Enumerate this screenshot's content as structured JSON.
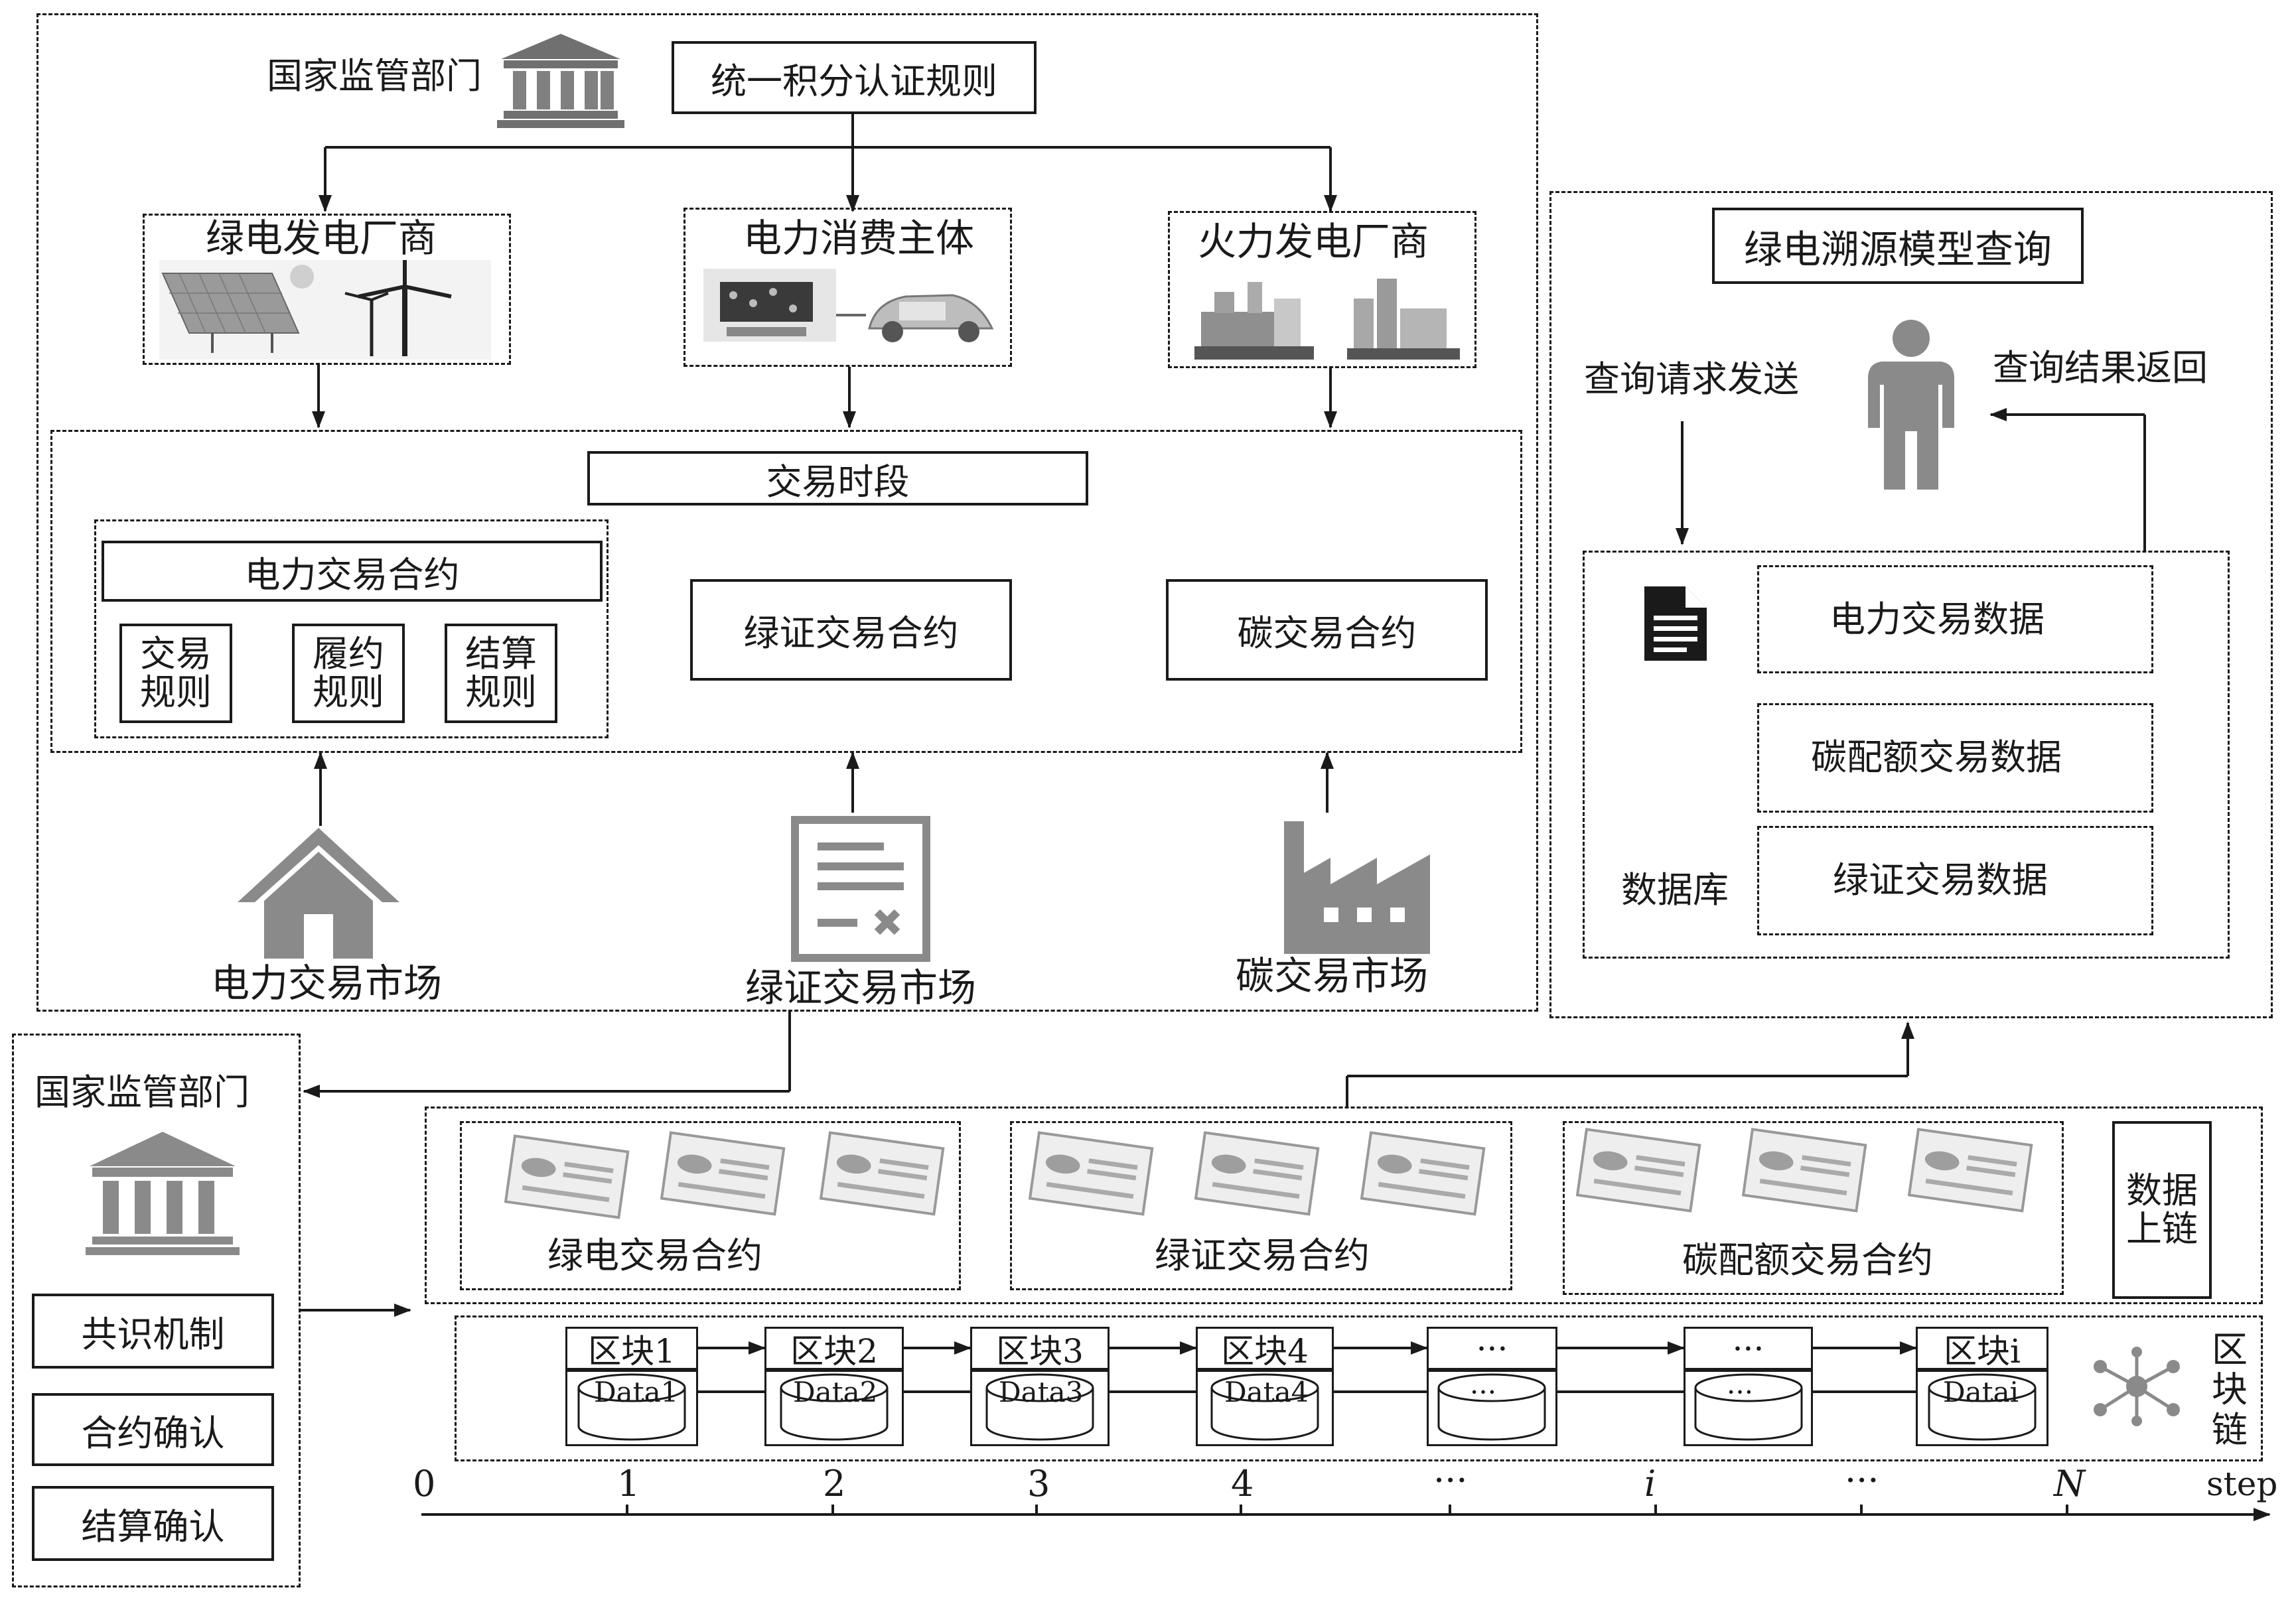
{
  "top_panel": {
    "regulator_label": "国家监管部门",
    "unified_rule": "统一积分认证规则",
    "green_producer": "绿电发电厂商",
    "consumer": "电力消费主体",
    "thermal_producer": "火力发电厂商",
    "trading_period": "交易时段",
    "power_contract": "电力交易合约",
    "trade_rule": "交易规则",
    "perform_rule": "履约规则",
    "settle_rule": "结算规则",
    "green_cert_contract": "绿证交易合约",
    "carbon_contract": "碳交易合约",
    "power_market": "电力交易市场",
    "green_cert_market": "绿证交易市场",
    "carbon_market": "碳交易市场"
  },
  "right_panel": {
    "query_title": "绿电溯源模型查询",
    "query_send": "查询请求发送",
    "query_return": "查询结果返回",
    "power_data": "电力交易数据",
    "carbon_quota_data": "碳配额交易数据",
    "green_cert_data": "绿证交易数据",
    "database": "数据库"
  },
  "left_panel": {
    "regulator_label": "国家监管部门",
    "consensus": "共识机制",
    "contract_confirm": "合约确认",
    "settle_confirm": "结算确认"
  },
  "contracts_row": {
    "green_power_contract": "绿电交易合约",
    "green_cert_contract": "绿证交易合约",
    "carbon_quota_contract": "碳配额交易合约",
    "data_onchain": "数据上链"
  },
  "blockchain": {
    "label": "区块链",
    "blocks": [
      {
        "head": "区块1",
        "data": "Data1"
      },
      {
        "head": "区块2",
        "data": "Data2"
      },
      {
        "head": "区块3",
        "data": "Data3"
      },
      {
        "head": "区块4",
        "data": "Data4"
      },
      {
        "head": "···",
        "data": "···"
      },
      {
        "head": "···",
        "data": "···"
      },
      {
        "head": "区块i",
        "data": "Datai"
      }
    ]
  },
  "axis": {
    "ticks": [
      "0",
      "1",
      "2",
      "3",
      "4",
      "···",
      "i",
      "···",
      "N"
    ],
    "unit": "step"
  },
  "icons": {
    "regulator_top": "government-building-icon",
    "regulator_left": "government-building-icon",
    "solar_wind": "solar-wind-icon",
    "ev_car": "electric-car-icon",
    "thermal_plant": "thermal-plant-icon",
    "house": "house-icon",
    "certificate": "certificate-icon",
    "factory": "factory-icon",
    "person": "person-icon",
    "document": "document-icon",
    "contract_card": "contract-card-icon",
    "network": "network-icon"
  }
}
